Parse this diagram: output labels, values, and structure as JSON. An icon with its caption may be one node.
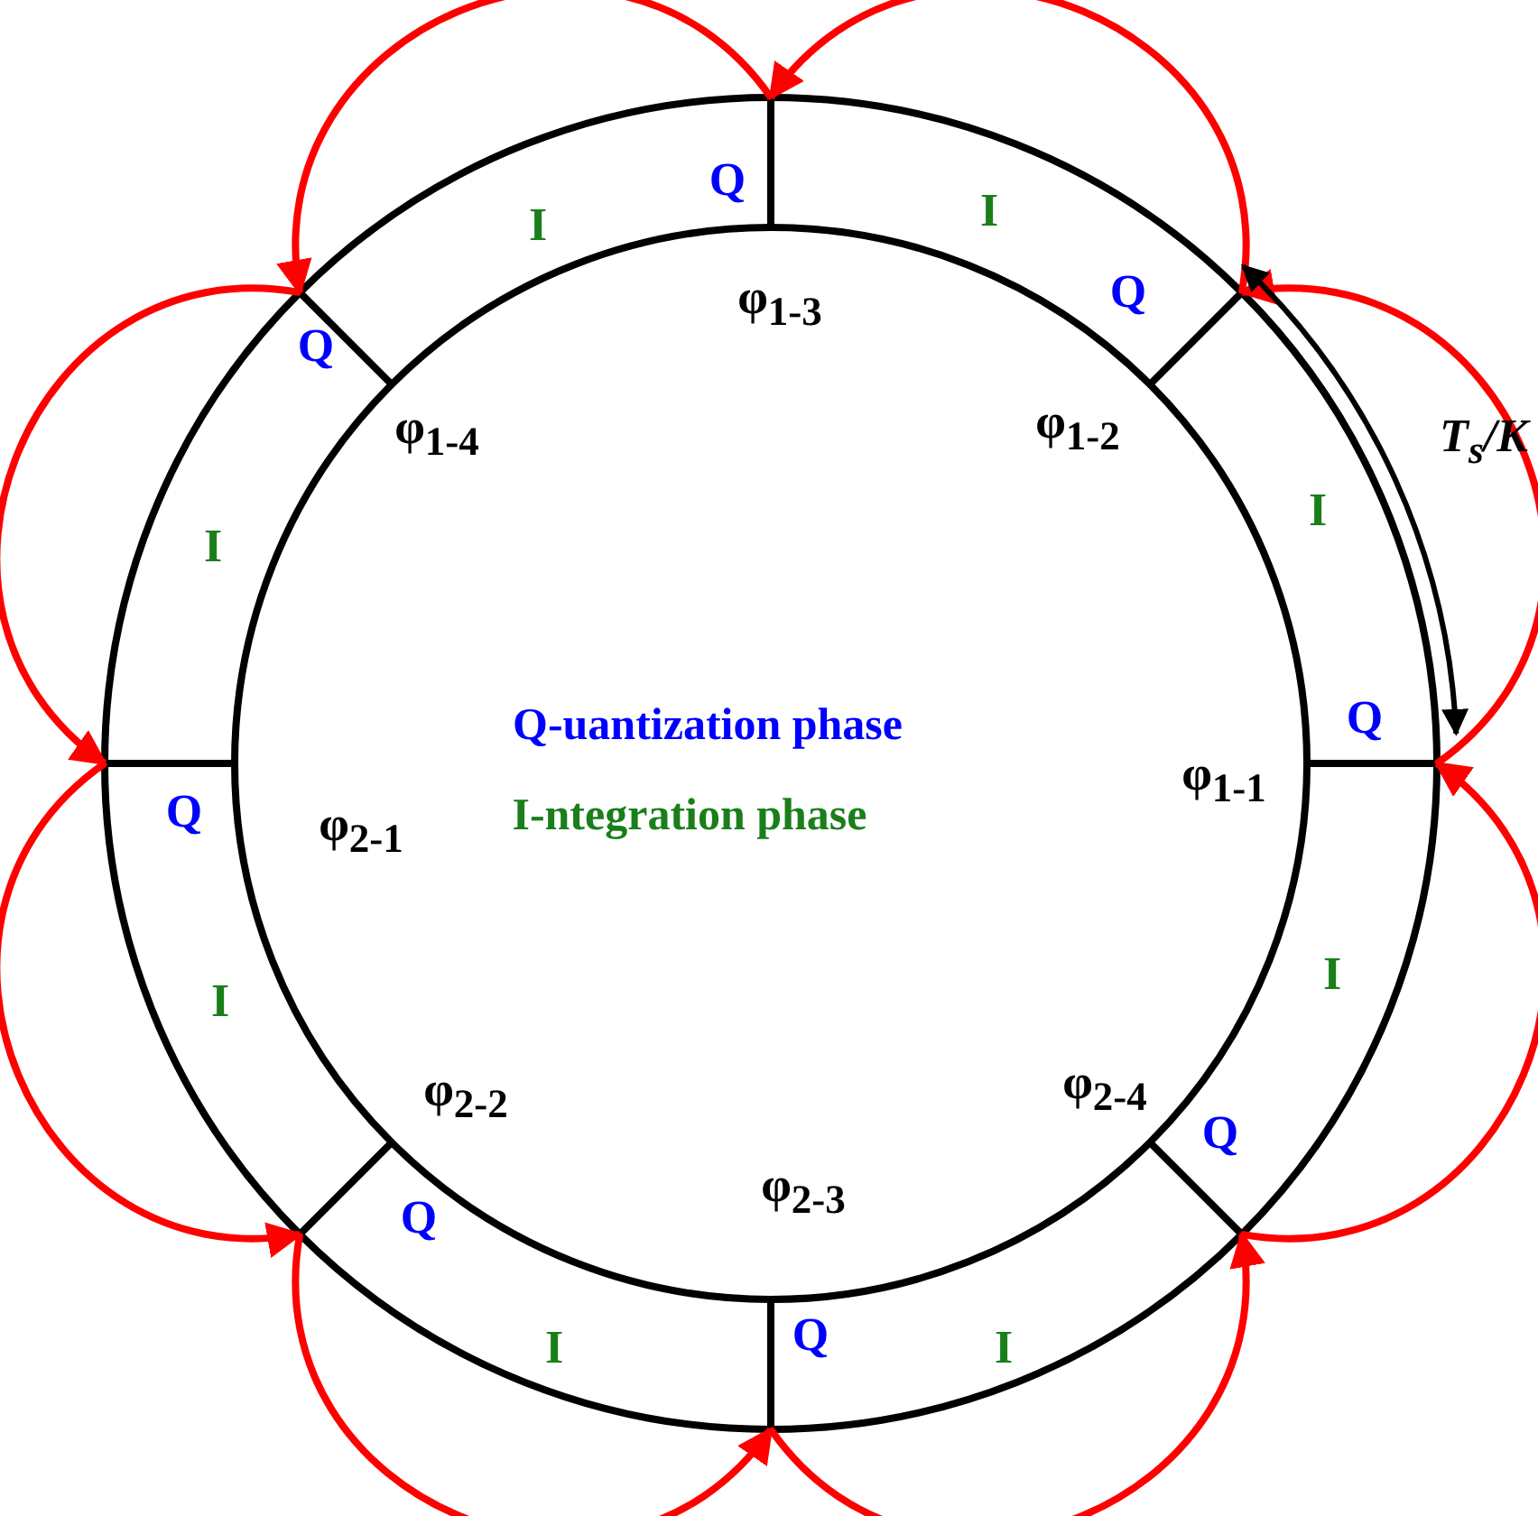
{
  "diagram": {
    "nodes": [
      {
        "text": [],
        "shape": "bar",
        "beside": [
          "φ$_{1-1}$"
        ]
      },
      {
        "text": [],
        "shape": "bar",
        "beside": [
          "φ$_{1-2}$"
        ]
      },
      {
        "text": [],
        "shape": "bar",
        "beside": [
          "φ$_{1-3}$"
        ]
      },
      {
        "text": [],
        "shape": "bar",
        "beside": [
          "φ$_{1-4}$"
        ]
      },
      {
        "text": [],
        "shape": "bar",
        "beside": [
          "φ$_{2-1}$"
        ]
      },
      {
        "text": [],
        "shape": "bar",
        "beside": [
          "φ$_{2-2}$"
        ]
      },
      {
        "text": [],
        "shape": "bar",
        "beside": [
          "φ$_{2-3}$"
        ]
      },
      {
        "text": [],
        "shape": "bar",
        "beside": [
          "φ$_{2-4}$"
        ]
      }
    ],
    "edges": [
      {
        "from": 0,
        "to": 1,
        "arrow": "to"
      },
      {
        "from": 1,
        "to": 2,
        "arrow": "to"
      },
      {
        "from": 2,
        "to": 3,
        "arrow": "to"
      },
      {
        "from": 3,
        "to": 4,
        "arrow": "to"
      },
      {
        "from": 4,
        "to": 5,
        "arrow": "to"
      },
      {
        "from": 5,
        "to": 6,
        "arrow": "to"
      },
      {
        "from": 6,
        "to": 7,
        "arrow": "to"
      },
      {
        "from": 7,
        "to": 0,
        "arrow": "to"
      }
    ],
    "labels": [
      "Q",
      "I",
      "I",
      "Q",
      "Q",
      "T$_{s}$/K",
      "I",
      "I",
      "Q",
      "Q-uantization phase",
      "Q",
      "I-ntegration phase",
      "I",
      "I",
      "Q",
      "Q",
      "Q",
      "I",
      "I"
    ]
  }
}
